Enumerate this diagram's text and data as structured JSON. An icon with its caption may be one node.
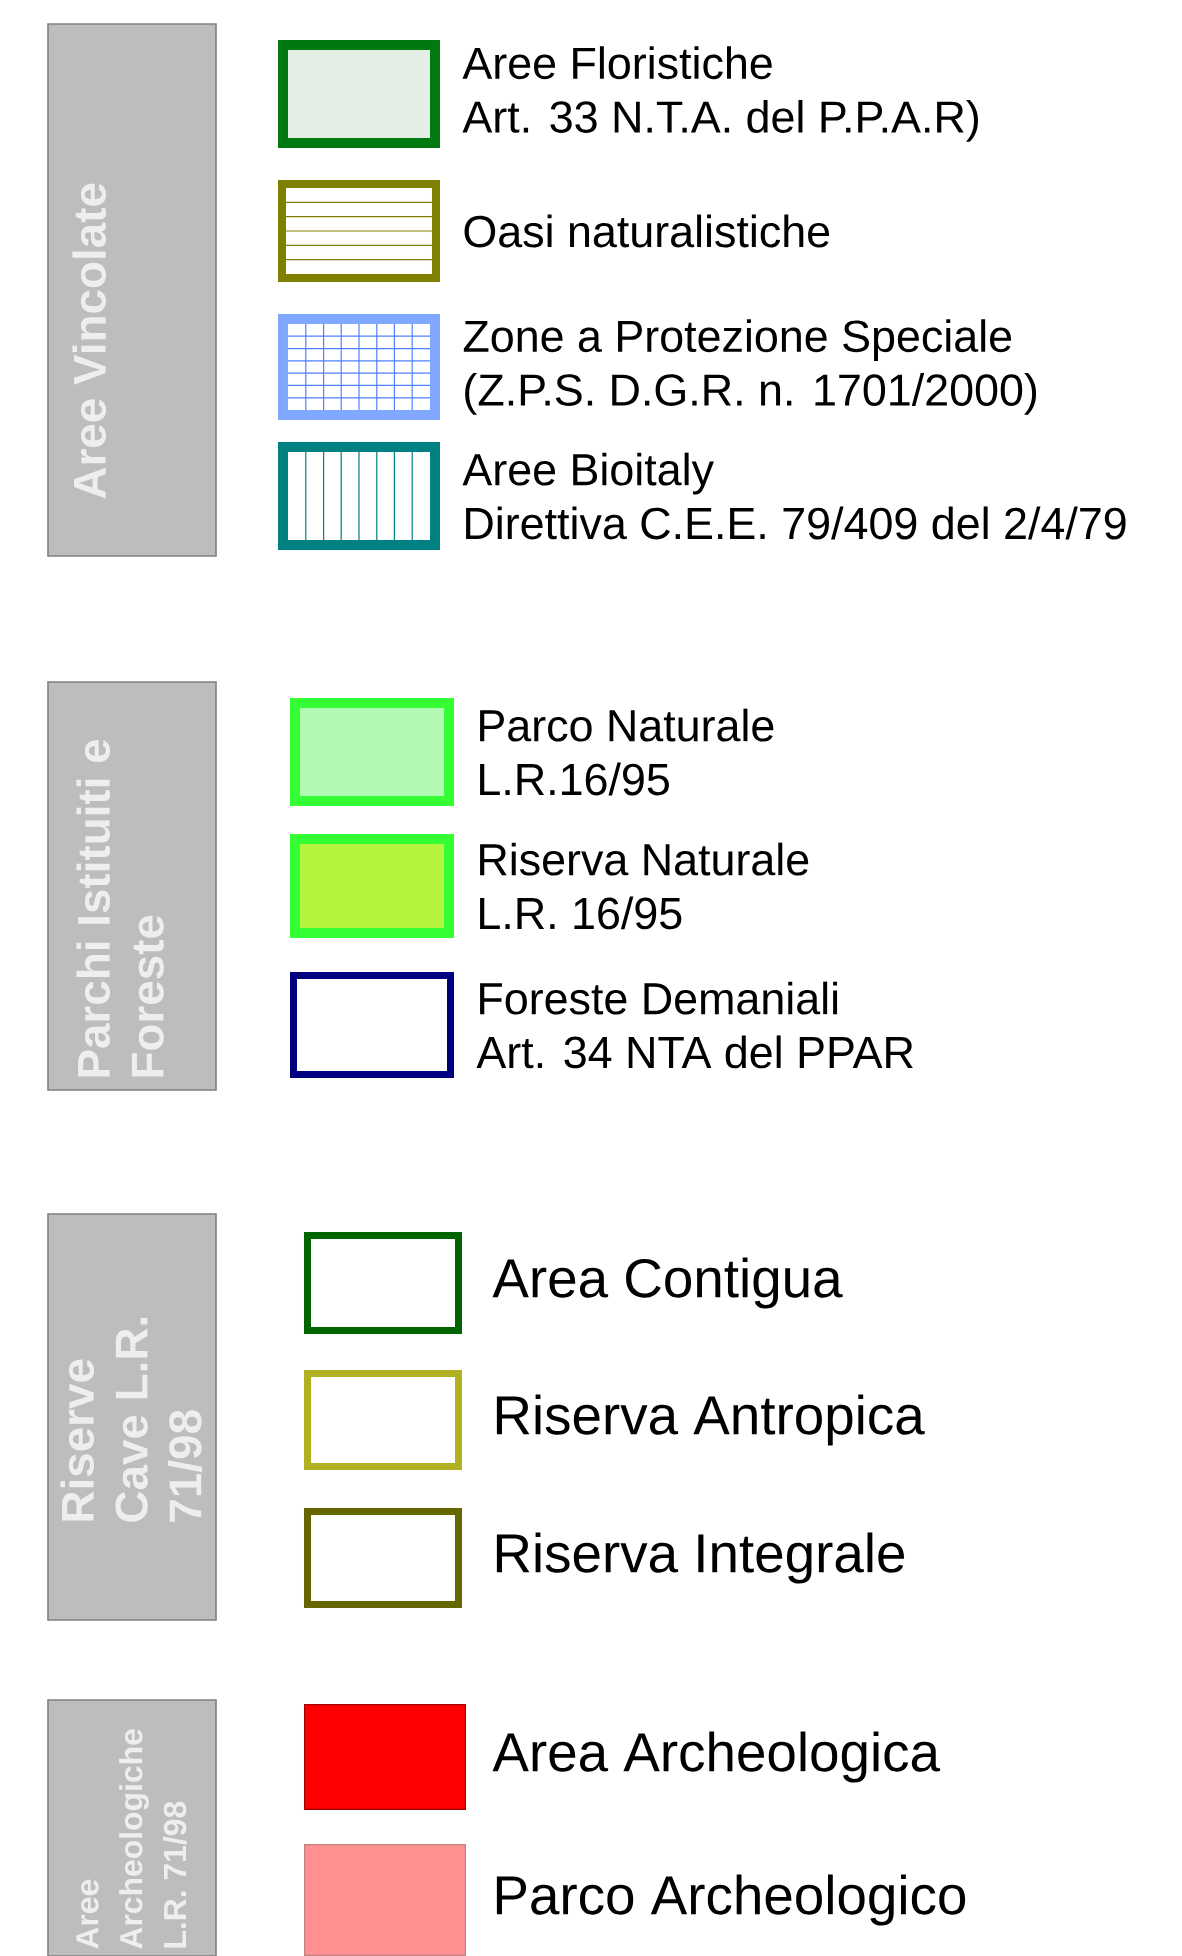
{
  "diagram": {
    "nodes": [
      {
        "text": [
          "Aree Vincolate"
        ]
      },
      {
        "text": [
          "Parchi Istituiti e Foreste"
        ]
      },
      {
        "text": [
          "Riserve Cave L.R. 71/98"
        ]
      },
      {
        "text": [
          "Aree Archeologiche L.R. 71/98"
        ]
      }
    ],
    "legend": [
      {
        "text": "Aree Floristiche Art. 33 N.T.A. del P.P.A.R)"
      },
      {
        "text": "Oasi naturalistiche"
      },
      {
        "text": "Zone a Protezione Speciale (Z.P.S. D.G.R. n. 1701/2000)"
      },
      {
        "text": "Aree Bioitaly Direttiva C.E.E. 79/409 del 2/4/79"
      },
      {
        "text": "Parco Naturale L.R.16/95",
        "color": "#b3f9b3"
      },
      {
        "text": "Riserva Naturale L.R. 16/95",
        "color": "#b3f43f"
      },
      {
        "text": "Foreste Demaniali Art. 34 NTA del PPAR"
      },
      {
        "text": "Area Contigua"
      },
      {
        "text": "Riserva Antropica"
      },
      {
        "text": "Riserva Integrale"
      },
      {
        "text": "Area Archeologica",
        "color": "#ff0000"
      },
      {
        "text": "Parco Archeologico",
        "color": "#ff9090"
      }
    ]
  }
}
